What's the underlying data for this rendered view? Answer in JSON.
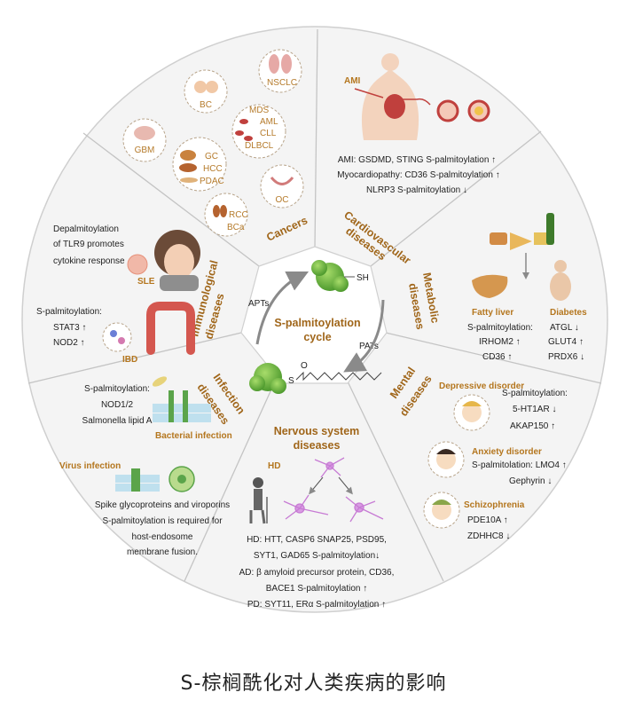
{
  "center": {
    "title_line1": "S-palmitoylation",
    "title_line2": "cycle",
    "enzyme_left": "APTs",
    "enzyme_right": "PATs",
    "sh_label": "SH",
    "s_label": "S",
    "o_label": "O"
  },
  "cancers": {
    "title": "Cancers",
    "nsclc": "NSCLC",
    "bc": "BC",
    "mds": "MDS",
    "aml": "AML",
    "cll": "CLL",
    "dlbcl": "DLBCL",
    "gbm": "GBM",
    "gc": "GC",
    "hcc": "HCC",
    "pdac": "PDAC",
    "oc": "OC",
    "rcc": "RCC",
    "bca": "BCa"
  },
  "cardiovascular": {
    "title_line1": "Cardiovascular",
    "title_line2": "diseases",
    "ami_tag": "AMI",
    "text1": "AMI: GSDMD, STING S-palmitoylation ↑",
    "text2": "Myocardiopathy: CD36 S-palmitoylation ↑",
    "text3": "NLRP3 S-palmitoylation ↓"
  },
  "metabolic": {
    "title_line1": "Metabolic",
    "title_line2": "diseases",
    "fatty_liver": "Fatty liver",
    "diabetes": "Diabetes",
    "fl1": "S-palmitoylation:",
    "fl2": "IRHOM2 ↑",
    "fl3": "CD36 ↑",
    "d1": "ATGL ↓",
    "d2": "GLUT4 ↑",
    "d3": "PRDX6 ↓"
  },
  "mental": {
    "title_line1": "Mental",
    "title_line2": "diseases",
    "depressive": "Depressive disorder",
    "dep1": "S-palmitoylation:",
    "dep2": "5-HT1AR ↓",
    "dep3": "AKAP150 ↑",
    "anxiety": "Anxiety disorder",
    "anx1": "S-palmitolation: LMO4 ↑",
    "anx2": "Gephyrin ↓",
    "schizo": "Schizophrenia",
    "sch1": "PDE10A ↑",
    "sch2": "ZDHHC8 ↓"
  },
  "nervous": {
    "title_line1": "Nervous system",
    "title_line2": "diseases",
    "hd_tag": "HD",
    "t1": "HD: HTT, CASP6 SNAP25, PSD95,",
    "t2": "SYT1, GAD65 S-palmitoylation↓",
    "t3": "AD: β amyloid precursor protein, CD36,",
    "t4": "BACE1 S-palmitoylation ↑",
    "t5": "PD: SYT11, ERα S-palmitoylation ↑"
  },
  "infection": {
    "title_line1": "Infection",
    "title_line2": "diseases",
    "b1": "S-palmitoylation:",
    "b2": "NOD1/2",
    "b3": "Salmonella lipid A",
    "bacterial": "Bacterial infection",
    "virus": "Virus infection",
    "v1": "Spike glycoproteins and viroporins",
    "v2": "S-palmitoylation is required for",
    "v3": "host-endosome",
    "v4": "membrane fusion."
  },
  "immunological": {
    "title_line1": "Immunological",
    "title_line2": "diseases",
    "s1": "Depalmitoylation",
    "s2": "of TLR9 promotes",
    "s3": "cytokine response",
    "sle": "SLE",
    "i1": "S-palmitoylation:",
    "i2": "STAT3 ↑",
    "i3": "NOD2 ↑",
    "ibd": "IBD"
  },
  "caption": "S-棕榈酰化对人类疾病的影响",
  "colors": {
    "outer_fill": "#f4f4f4",
    "border": "#c9c9c9",
    "accent": "#a0661a",
    "protein_green": "#6cb33f",
    "arrow_gray": "#8a8a8a"
  }
}
